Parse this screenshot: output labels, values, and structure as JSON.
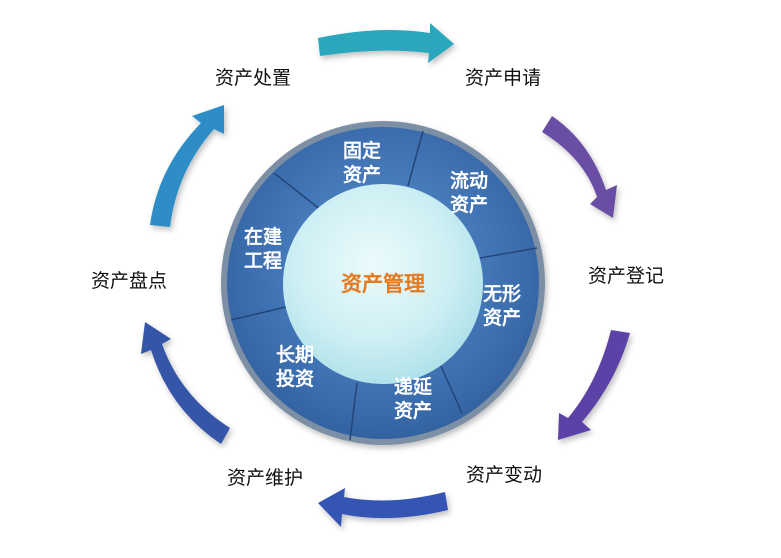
{
  "hub": {
    "label": "资产管理"
  },
  "categories": [
    {
      "line1": "固定",
      "line2": "资产"
    },
    {
      "line1": "流动",
      "line2": "资产"
    },
    {
      "line1": "无形",
      "line2": "资产"
    },
    {
      "line1": "递延",
      "line2": "资产"
    },
    {
      "line1": "长期",
      "line2": "投资"
    },
    {
      "line1": "在建",
      "line2": "工程"
    }
  ],
  "cycle": [
    {
      "label": "资产申请"
    },
    {
      "label": "资产登记"
    },
    {
      "label": "资产变动"
    },
    {
      "label": "资产维护"
    },
    {
      "label": "资产盘点"
    },
    {
      "label": "资产处置"
    }
  ],
  "colors": {
    "ring_fill": "#3b6dad",
    "ring_rim": "#7488a0",
    "hub_fill": "#cdeff3",
    "hub_text": "#e4791f",
    "arrow_teal": "#2aa7bd",
    "arrow_purple": "#6a4ea5",
    "arrow_blue": "#3655b5",
    "arrow_skyblue": "#2f8cc7"
  }
}
